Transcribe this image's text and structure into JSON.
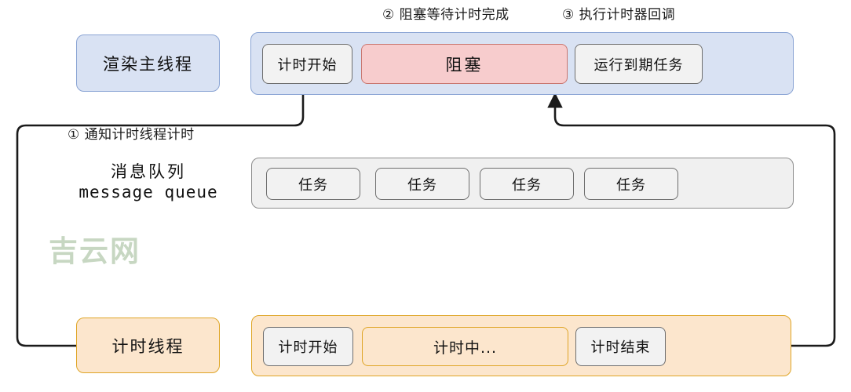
{
  "diagram": {
    "title": "JS timer thread / message queue flow",
    "background": "#ffffff",
    "watermark": "吉云网",
    "watermark_color": "#c3d4bd"
  },
  "step_labels": [
    {
      "name": "step-2",
      "text": "② 阻塞等待计时完成"
    },
    {
      "name": "step-3",
      "text": "③ 执行计时器回调"
    },
    {
      "name": "step-1",
      "text": "① 通知计时线程计时"
    }
  ],
  "lanes": [
    {
      "id": "render-main-thread",
      "label": "渲染主线程",
      "label_color": "#d9e2f3",
      "label_border": "#8aa4d4",
      "track_color": "#d9e2f3",
      "track_border": "#8aa4d4",
      "chips": [
        {
          "id": "timer-start",
          "label": "计时开始",
          "style": "plain"
        },
        {
          "id": "blocked",
          "label": "阻塞",
          "style": "pink"
        },
        {
          "id": "run-expired-task",
          "label": "运行到期任务",
          "style": "plain"
        }
      ]
    },
    {
      "id": "message-queue",
      "label_cn": "消息队列",
      "label_en": "message queue",
      "track_color": "#f0f0f0",
      "track_border": "#8d8d8d",
      "chips": [
        {
          "id": "task-1",
          "label": "任务",
          "style": "plain"
        },
        {
          "id": "task-2",
          "label": "任务",
          "style": "plain"
        },
        {
          "id": "task-3",
          "label": "任务",
          "style": "plain"
        },
        {
          "id": "task-4",
          "label": "任务",
          "style": "plain"
        }
      ]
    },
    {
      "id": "timer-thread",
      "label": "计时线程",
      "label_color": "#fce6cd",
      "label_border": "#dfa526",
      "track_color": "#fce6cd",
      "track_border": "#dfa526",
      "chips": [
        {
          "id": "timing-start",
          "label": "计时开始",
          "style": "plain"
        },
        {
          "id": "timing-running",
          "label": "计时中...",
          "style": "peach"
        },
        {
          "id": "timing-end",
          "label": "计时结束",
          "style": "plain"
        }
      ]
    }
  ],
  "connectors": [
    {
      "id": "notify-timer-thread",
      "from": "timer-start",
      "to": "timer-thread-label",
      "arrow": "right",
      "color": "#1a1a1a"
    },
    {
      "id": "timer-done-callback",
      "from": "timing-end",
      "to": "blocked",
      "arrow": "up",
      "color": "#1a1a1a"
    }
  ],
  "colors": {
    "blue_fill": "#d9e2f3",
    "blue_border": "#8aa4d4",
    "pink_fill": "#f7cccd",
    "pink_border": "#c9766f",
    "grey_fill": "#f0f0f0",
    "grey_border": "#8d8d8d",
    "chip_fill": "#f2f2f2",
    "chip_border": "#6e6e6e",
    "orange_fill": "#fce6cd",
    "orange_border": "#dfa526",
    "line": "#1a1a1a"
  }
}
